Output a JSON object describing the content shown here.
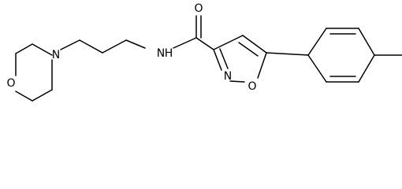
{
  "molecule": {
    "atoms": {
      "carbonyl_oxygen": "O",
      "amide_n": "N",
      "amide_h": "H",
      "morpholine_n": "N",
      "morpholine_o": "O",
      "isoxazole_n": "N",
      "isoxazole_o": "O"
    }
  }
}
